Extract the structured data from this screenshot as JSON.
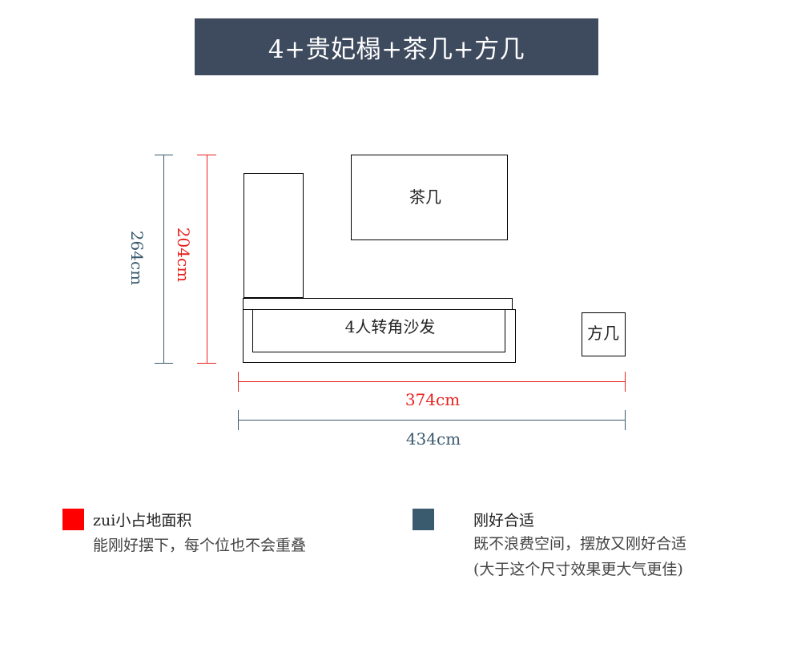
{
  "title": "4+贵妃榻+茶几+方几",
  "colors": {
    "banner_bg": "#3e4a5e",
    "red": "#e8231f",
    "blue": "#3a5a6e"
  },
  "diagram": {
    "tea_table_label": "茶几",
    "sofa_label": "4人转角沙发",
    "side_table_label": "方几",
    "dim_outer_height": "264cm",
    "dim_inner_height": "204cm",
    "dim_inner_width": "374cm",
    "dim_outer_width": "434cm"
  },
  "legend": {
    "red_item": {
      "heading": "zui小占地面积",
      "text": "能刚好摆下，每个位也不会重叠"
    },
    "blue_item": {
      "heading": "刚好合适",
      "line1": "既不浪费空间，摆放又刚好合适",
      "line2": "(大于这个尺寸效果更大气更佳)"
    }
  }
}
